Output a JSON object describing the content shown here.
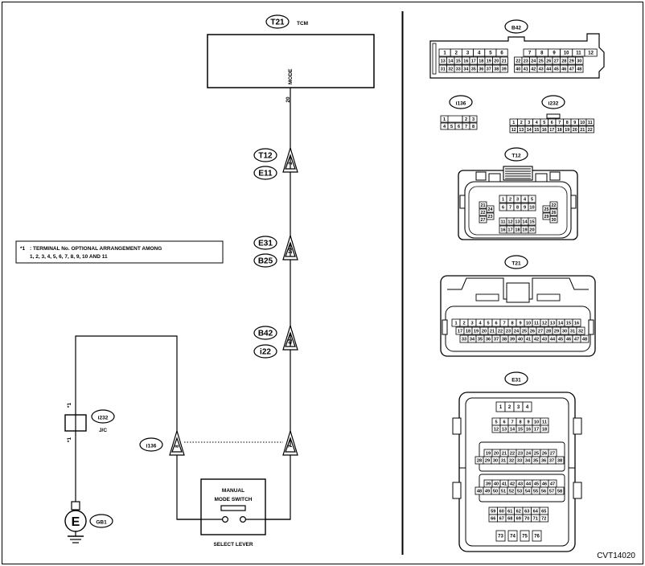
{
  "tcm": {
    "connector": "T21",
    "name": "TCM",
    "pin_label": "MODE",
    "pin": "20"
  },
  "wire_connectors": [
    {
      "top": "T12",
      "bottom": "E11",
      "pin": "2"
    },
    {
      "top": "E31",
      "bottom": "B25",
      "pin": "19"
    },
    {
      "top": "B42",
      "bottom": "i22",
      "pin": "42"
    }
  ],
  "note": {
    "marker": "*1",
    "line1": ": TERMINAL No. OPTIONAL ARRANGEMENT AMONG",
    "line2": "1, 2, 3, 4, 5, 6, 7, 8, 9, 10 AND 11"
  },
  "jc": {
    "connector": "i232",
    "name": "J/C",
    "mark_top": "*1",
    "mark_bottom": "*1"
  },
  "ground": {
    "symbol": "E",
    "connector": "GB1"
  },
  "lever_connector": {
    "name": "i136",
    "pin_left": "8",
    "pin_right": "7"
  },
  "switch": {
    "line1": "MANUAL",
    "line2": "MODE SWITCH",
    "caption": "SELECT LEVER"
  },
  "connector_views": {
    "b42": {
      "name": "B42",
      "rows": [
        [
          "1",
          "2",
          "3",
          "4",
          "5",
          "6",
          "",
          "7",
          "8",
          "9",
          "10",
          "11",
          "12"
        ],
        [
          "13",
          "14",
          "15",
          "16",
          "17",
          "18",
          "19",
          "20",
          "21",
          "",
          "22",
          "23",
          "24",
          "25",
          "26",
          "27",
          "28",
          "29",
          "30"
        ],
        [
          "31",
          "32",
          "33",
          "34",
          "35",
          "36",
          "37",
          "38",
          "39",
          "",
          "40",
          "41",
          "42",
          "43",
          "44",
          "45",
          "46",
          "47",
          "48"
        ]
      ]
    },
    "i136": {
      "name": "i136",
      "rows": [
        [
          "1",
          "2",
          "3"
        ],
        [
          "4",
          "5",
          "6",
          "7",
          "8"
        ]
      ]
    },
    "i232": {
      "name": "i232",
      "rows": [
        [
          "1",
          "2",
          "3",
          "4",
          "5",
          "6",
          "7",
          "8",
          "9",
          "10",
          "11"
        ],
        [
          "12",
          "13",
          "14",
          "15",
          "16",
          "17",
          "18",
          "19",
          "20",
          "21",
          "22"
        ]
      ]
    },
    "t12": {
      "name": "T12",
      "center_rows": [
        [
          "1",
          "2",
          "3",
          "4",
          "5"
        ],
        [
          "6",
          "7",
          "8",
          "9",
          "10"
        ]
      ],
      "left_col": [
        [
          "21",
          "24"
        ],
        [
          "22",
          "23"
        ],
        [
          "27"
        ]
      ],
      "right_col": [
        [
          "22",
          "25"
        ],
        [
          "26",
          "29"
        ],
        [
          "30"
        ]
      ],
      "bottom_rows": [
        [
          "11",
          "12",
          "13",
          "14",
          "15"
        ],
        [
          "16",
          "17",
          "18",
          "19",
          "20"
        ]
      ]
    },
    "t21": {
      "name": "T21",
      "rows": [
        [
          "1",
          "2",
          "3",
          "4",
          "5",
          "6",
          "7",
          "8",
          "9",
          "10",
          "11",
          "12",
          "13",
          "14",
          "15",
          "16"
        ],
        [
          "17",
          "18",
          "19",
          "20",
          "21",
          "22",
          "23",
          "24",
          "25",
          "26",
          "27",
          "28",
          "29",
          "30",
          "31",
          "32"
        ],
        [
          "33",
          "34",
          "35",
          "36",
          "37",
          "38",
          "39",
          "40",
          "41",
          "42",
          "43",
          "44",
          "45",
          "46",
          "47",
          "48"
        ]
      ]
    },
    "e31": {
      "name": "E31",
      "groups": [
        [
          [
            "1",
            "2",
            "3",
            "4"
          ]
        ],
        [
          [
            "5",
            "6",
            "7",
            "8",
            "9",
            "10",
            "11"
          ],
          [
            "12",
            "13",
            "14",
            "15",
            "16",
            "17",
            "18"
          ]
        ],
        [
          [
            "19",
            "20",
            "21",
            "22",
            "23",
            "24",
            "25",
            "26",
            "27"
          ],
          [
            "28",
            "29",
            "30",
            "31",
            "32",
            "33",
            "34",
            "35",
            "36",
            "37",
            "38"
          ]
        ],
        [
          [
            "39",
            "40",
            "41",
            "42",
            "43",
            "44",
            "45",
            "46",
            "47"
          ],
          [
            "48",
            "49",
            "50",
            "51",
            "52",
            "53",
            "54",
            "55",
            "56",
            "57",
            "58"
          ]
        ],
        [
          [
            "59",
            "60",
            "61",
            "62",
            "63",
            "64",
            "65"
          ],
          [
            "66",
            "67",
            "68",
            "69",
            "70",
            "71",
            "72"
          ]
        ],
        [
          [
            "73",
            "74",
            "75",
            "76"
          ]
        ]
      ]
    }
  },
  "figure_code": "CVT14020"
}
